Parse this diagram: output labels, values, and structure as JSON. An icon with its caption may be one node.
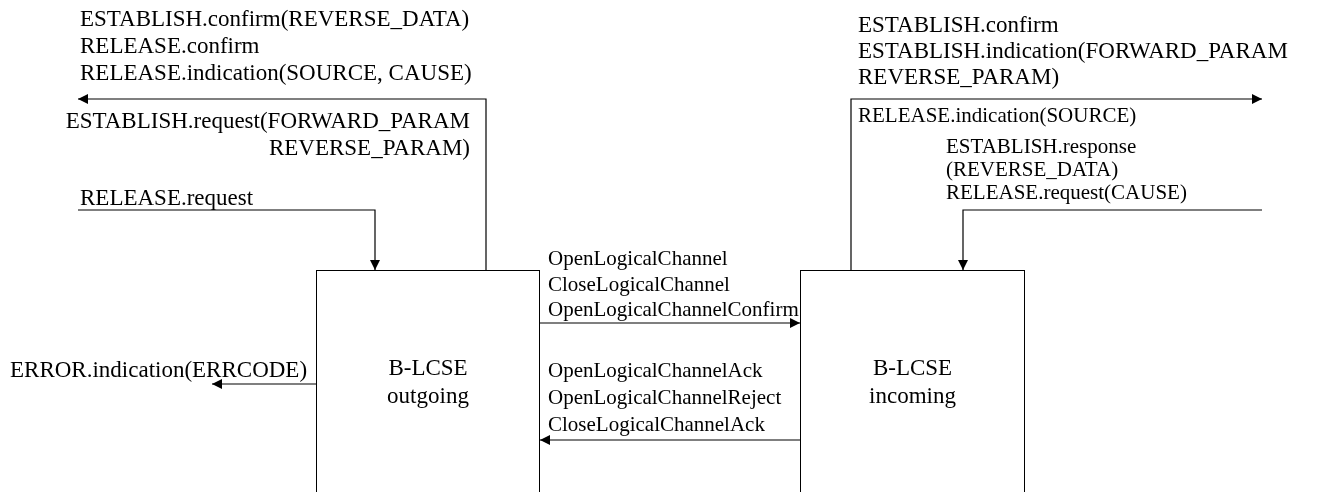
{
  "diagram": {
    "nodes": [
      {
        "text": [
          "B-LCSE outgoing"
        ]
      },
      {
        "text": [
          "B-LCSE incoming"
        ]
      },
      {
        "text": [
          "ESTABLISH.confirm(REVERSE_DATA)",
          "RELEASE.confirm",
          "RELEASE.indication(SOURCE, CAUSE)"
        ]
      },
      {
        "text": [
          "RELEASE.request"
        ]
      },
      {
        "text": [
          "ERROR.indication(ERRCODE)"
        ]
      }
    ],
    "edges": [
      {
        "from": 0,
        "to": 2,
        "arrow": "to"
      },
      {
        "from": 3,
        "to": 0,
        "arrow": "to"
      },
      {
        "from": 0,
        "to": 4,
        "arrow": "to"
      },
      {
        "from": 0,
        "to": 1,
        "arrow": "to"
      },
      {
        "from": 1,
        "to": 0,
        "arrow": "to"
      },
      {
        "from": 1,
        "to": null,
        "arrow": "to"
      },
      {
        "from": null,
        "to": 1,
        "arrow": "to"
      }
    ],
    "labels": [
      "ESTABLISH.request(FORWARD_PARAM",
      "REVERSE_PARAM)",
      "OpenLogicalChannel",
      "CloseLogicalChannel",
      "OpenLogicalChannelConfirm",
      "OpenLogicalChannelAck",
      "OpenLogicalChannelReject",
      "CloseLogicalChannelAck",
      "ESTABLISH.confirm",
      "ESTABLISH.indication(FORWARD_PARAM",
      "REVERSE_PARAM)",
      "RELEASE.indication(SOURCE)",
      "ESTABLISH.response",
      "(REVERSE_DATA)",
      "RELEASE.request(CAUSE)"
    ]
  }
}
